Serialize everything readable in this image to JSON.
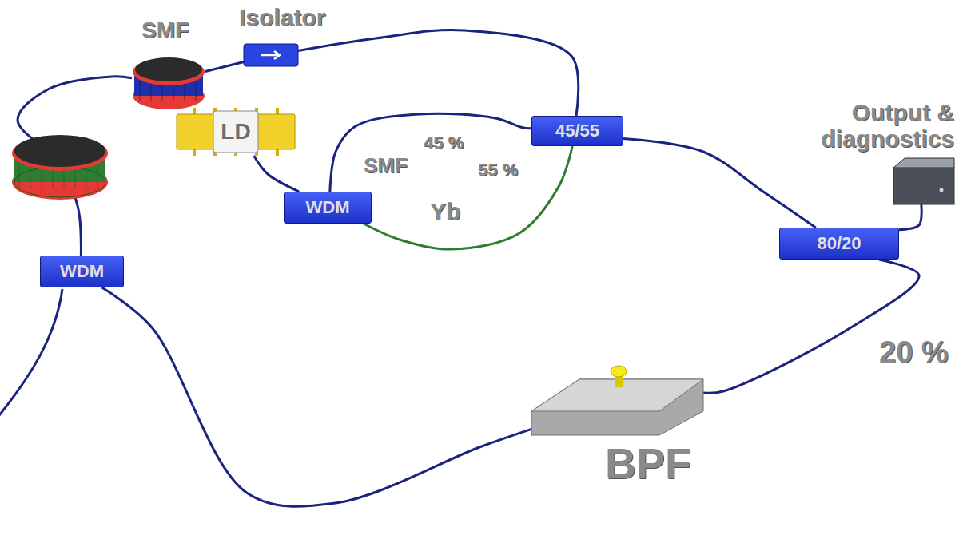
{
  "diagram": {
    "nodes": [
      {
        "text": [
          "SMF"
        ]
      },
      {
        "text": [
          "Isolator"
        ]
      },
      {
        "text": [
          "LD"
        ]
      },
      {
        "text": [
          "45/55"
        ]
      },
      {
        "text": [
          "Output & diagnostics"
        ]
      },
      {
        "text": [
          "WDM"
        ]
      },
      {
        "text": [
          "80/20"
        ]
      },
      {
        "text": [
          "WDM"
        ]
      },
      {
        "text": [
          "BPF"
        ]
      }
    ],
    "edges": [
      {
        "from": 0,
        "to": 1,
        "arrow": "none"
      },
      {
        "from": 1,
        "to": 3,
        "arrow": "none"
      },
      {
        "from": 2,
        "to": 5,
        "arrow": "none"
      },
      {
        "from": 5,
        "to": 3,
        "arrow": "none"
      },
      {
        "from": 5,
        "to": 3,
        "arrow": "none"
      },
      {
        "from": 3,
        "to": 6,
        "arrow": "none"
      },
      {
        "from": 6,
        "to": 4,
        "arrow": "none"
      },
      {
        "from": 6,
        "to": 8,
        "arrow": "none"
      },
      {
        "from": 8,
        "to": 7,
        "arrow": "none"
      },
      {
        "from": 7,
        "to": 0,
        "arrow": "none"
      }
    ],
    "labels": [
      "SMF",
      "45 %",
      "55 %",
      "Yb",
      "20 %"
    ]
  }
}
